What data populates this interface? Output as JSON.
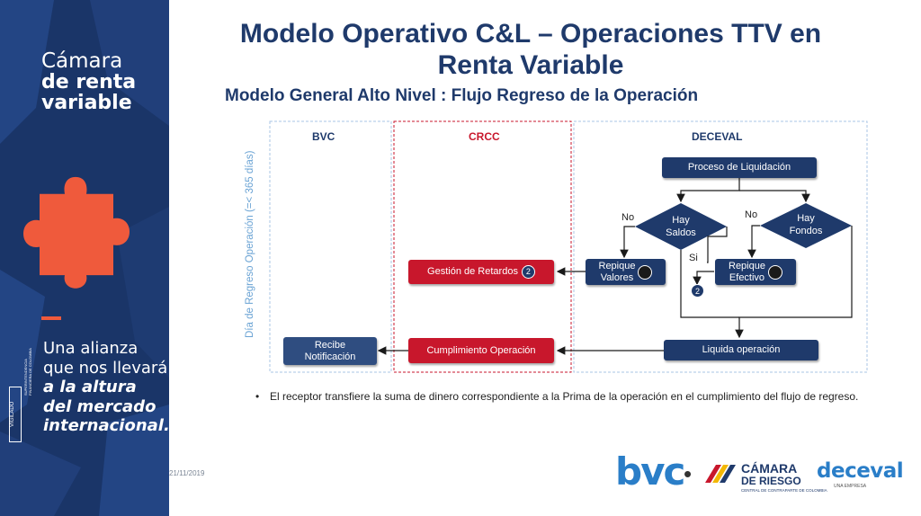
{
  "sidebar": {
    "brand_light": "Cámara",
    "brand_bold_1": "de renta",
    "brand_bold_2": "variable",
    "slogan_1": "Una alianza",
    "slogan_2": "que nos llevará",
    "slogan_3": "a la altura",
    "slogan_4": "del mercado",
    "slogan_5": "internacional.",
    "vigilado": "VIGILADO",
    "superfin": "SUPERINTENDENCIA FINANCIERA DE COLOMBIA",
    "accent_color": "#ef5a3c",
    "background_color": "#1a3568"
  },
  "title": "Modelo Operativo C&L – Operaciones TTV en Renta Variable",
  "subtitle": "Modelo General Alto Nivel : Flujo Regreso de la Operación",
  "lanes": {
    "bvc": "BVC",
    "crcc": "CRCC",
    "deceval": "DECEVAL"
  },
  "vertical_label": "Día de  Regreso Operación (=< 365 días)",
  "nodes": {
    "proceso_liquidacion": "Proceso de Liquidación",
    "hay_saldos_1": "Hay",
    "hay_saldos_2": "Saldos",
    "hay_fondos_1": "Hay",
    "hay_fondos_2": "Fondos",
    "repique_valores_1": "Repique",
    "repique_valores_2": "Valores",
    "repique_efectivo_1": "Repique",
    "repique_efectivo_2": "Efectivo",
    "gestion_retardos": "Gestión de Retardos",
    "liquida_operacion": "Liquida operación",
    "cumplimiento_operacion": "Cumplimiento Operación",
    "recibe_notificacion_1": "Recibe",
    "recibe_notificacion_2": "Notificación",
    "badge_number": "2"
  },
  "edge_labels": {
    "no_saldos": "No",
    "no_fondos": "No",
    "si": "Si"
  },
  "bullet": "El receptor transfiere la suma de dinero correspondiente a la Prima de la operación en el cumplimiento del flujo de regreso.",
  "date": "21/11/2019",
  "logos": {
    "bvc": "bvc",
    "dot": "•",
    "camara_1": "CÁMARA",
    "camara_2": "DE RIESGO",
    "camara_3": "CENTRAL DE CONTRAPARTE DE COLOMBIA",
    "deceval": "deceval",
    "deceval_sub": "UNA EMPRESA"
  },
  "colors": {
    "navy": "#1f3a6b",
    "red": "#c8172c",
    "lane_border": "#a9c4e4",
    "crcc_border": "#c8172c"
  }
}
